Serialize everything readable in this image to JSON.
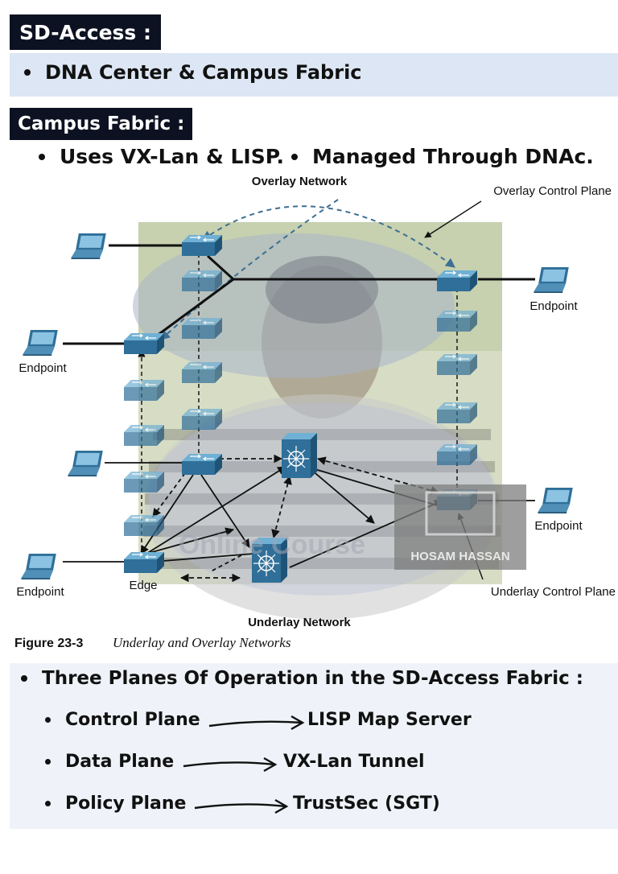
{
  "header": {
    "title": "SD-Access :",
    "bullet": "DNA Center & Campus Fabric"
  },
  "campus": {
    "title": "Campus Fabric :",
    "bullets": [
      "Uses VX-Lan & LISP.",
      "Managed Through DNAc."
    ]
  },
  "diagram": {
    "labels": {
      "overlay_network": "Overlay Network",
      "overlay_control_plane": "Overlay Control Plane",
      "underlay_network": "Underlay Network",
      "underlay_control_plane": "Underlay Control Plane",
      "edge": "Edge",
      "endpoint": "Endpoint"
    },
    "caption_number": "Figure 23-3",
    "caption_text": "Underlay and Overlay Networks",
    "watermark": {
      "text": "Online Course",
      "brand": "HOSAM HASSAN"
    },
    "colors": {
      "device": "#3d7ea8",
      "overlay_ellipse": "#a9b4c9",
      "dashed": "#3c6f93"
    }
  },
  "planes": {
    "title": "Three Planes Of Operation in the SD-Access Fabric :",
    "items": [
      {
        "name": "Control Plane",
        "target": "LISP Map Server"
      },
      {
        "name": "Data Plane",
        "target": "VX-Lan Tunnel"
      },
      {
        "name": "Policy Plane",
        "target": "TrustSec (SGT)"
      }
    ]
  }
}
